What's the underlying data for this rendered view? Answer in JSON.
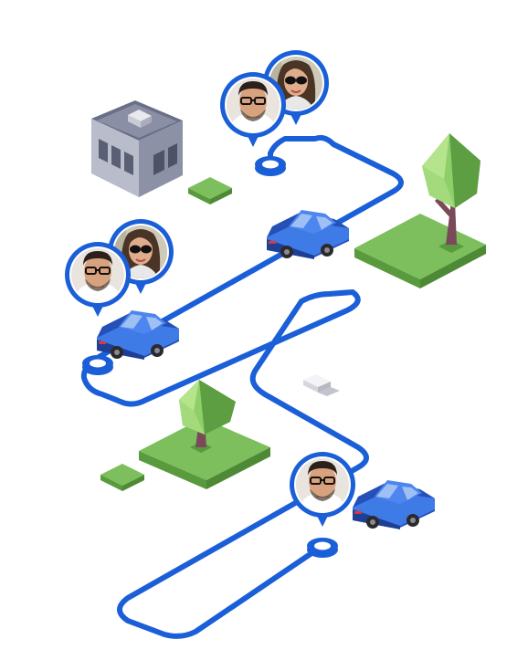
{
  "colors": {
    "route": "#1a5fd8",
    "car_body": "#3f7be6",
    "car_dark": "#2550b8",
    "grass_top": "#7cbf5c",
    "grass_side": "#5a9a3e",
    "tree_light": "#8fcf6a",
    "tree_dark": "#5e9e43",
    "trunk": "#7a4a5a",
    "building_top": "#6a6f88",
    "building_left": "#b8bccb",
    "building_right": "#8d91a6",
    "pin_ring": "#1a5fd8",
    "skin": "#d9a27e",
    "hair_dark": "#3b2a22",
    "hair_long": "#4a3426"
  },
  "icons": {
    "building": "office-building-icon",
    "tree": "lowpoly-tree-icon",
    "car": "sedan-car-icon",
    "pin": "location-pin-icon",
    "stop": "route-stop-icon",
    "avatar_man": "man-with-glasses-avatar",
    "avatar_woman": "woman-with-sunglasses-avatar",
    "block": "small-block-icon"
  },
  "stops": [
    {
      "name": "stop-top",
      "passengers": [
        "man",
        "woman"
      ]
    },
    {
      "name": "stop-middle",
      "passengers": [
        "man",
        "woman"
      ]
    },
    {
      "name": "stop-bottom",
      "passengers": [
        "man"
      ]
    }
  ]
}
